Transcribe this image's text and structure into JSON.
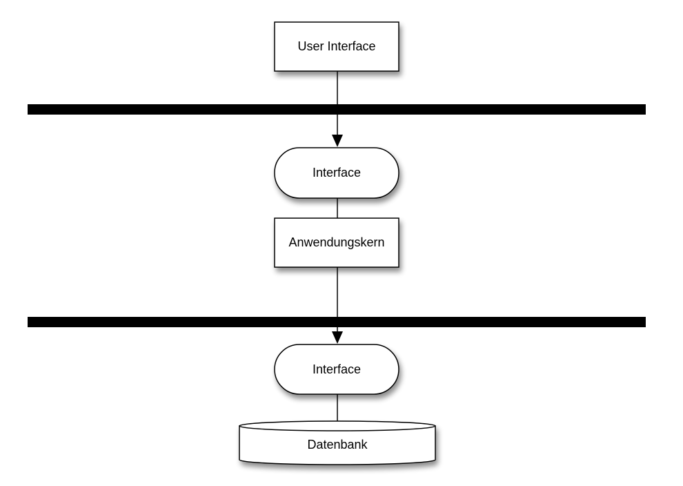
{
  "diagram": {
    "nodes": {
      "user_interface": "User Interface",
      "interface_upper": "Interface",
      "application_core": "Anwendungskern",
      "interface_lower": "Interface",
      "database": "Datenbank"
    }
  },
  "colors": {
    "stroke": "#000000",
    "fill": "#ffffff",
    "layer_bar": "#000000",
    "shadow": "#9a9a9a"
  }
}
